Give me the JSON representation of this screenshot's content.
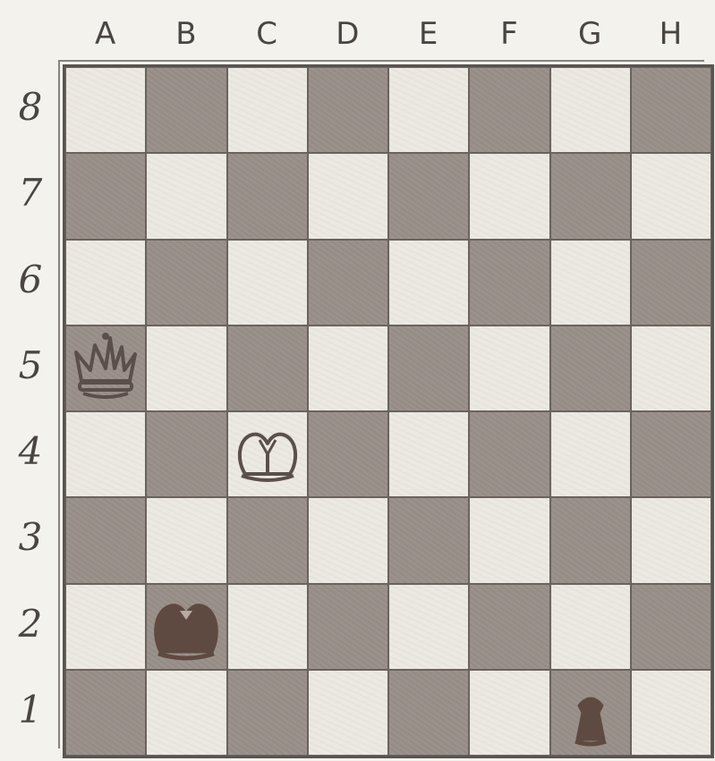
{
  "board": {
    "files": [
      "A",
      "B",
      "C",
      "D",
      "E",
      "F",
      "G",
      "H"
    ],
    "ranks": [
      "8",
      "7",
      "6",
      "5",
      "4",
      "3",
      "2",
      "1"
    ],
    "colors": {
      "light_square": "#ece9e3",
      "dark_square": "#9c928c",
      "outline_piece": "#5a4f4a",
      "solid_piece": "#5e4a40"
    }
  },
  "pieces": [
    {
      "type": "queen",
      "color": "white",
      "square": "a5",
      "icon": "queen-icon"
    },
    {
      "type": "king",
      "color": "white",
      "square": "c4",
      "icon": "king-icon"
    },
    {
      "type": "king",
      "color": "black",
      "square": "b2",
      "icon": "king-icon"
    },
    {
      "type": "pawn",
      "color": "black",
      "square": "g1",
      "icon": "pawn-icon"
    }
  ]
}
